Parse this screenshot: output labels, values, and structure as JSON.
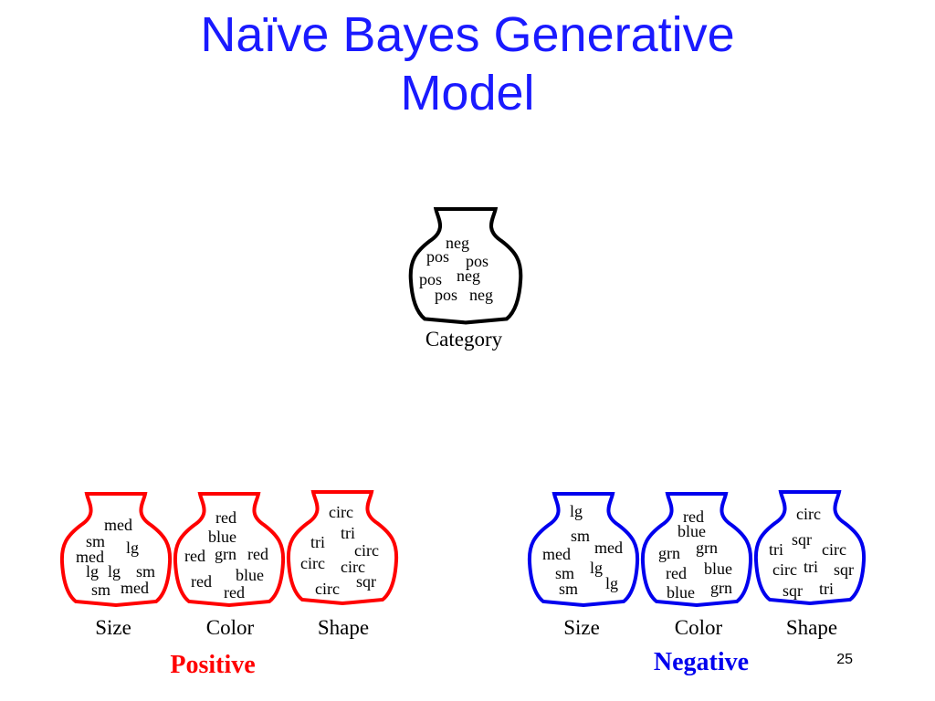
{
  "title": {
    "line1": "Naïve Bayes Generative",
    "line2": "Model"
  },
  "page_number": "25",
  "colors": {
    "title": "#1a1aff",
    "category": "#000000",
    "positive": "#ff0000",
    "negative": "#0000ee"
  },
  "category_jar": {
    "label": "Category",
    "words": [
      "neg",
      "pos",
      "pos",
      "neg",
      "pos",
      "pos",
      "neg"
    ]
  },
  "positive_group": {
    "label": "Positive",
    "jars": [
      {
        "label": "Size",
        "words": [
          "med",
          "sm",
          "lg",
          "med",
          "lg",
          "lg",
          "sm",
          "sm",
          "med"
        ]
      },
      {
        "label": "Color",
        "words": [
          "red",
          "blue",
          "red",
          "grn",
          "red",
          "red",
          "blue",
          "red"
        ]
      },
      {
        "label": "Shape",
        "words": [
          "circ",
          "tri",
          "tri",
          "circ",
          "circ",
          "circ",
          "sqr",
          "circ"
        ]
      }
    ]
  },
  "negative_group": {
    "label": "Negative",
    "jars": [
      {
        "label": "Size",
        "words": [
          "lg",
          "sm",
          "med",
          "med",
          "lg",
          "sm",
          "lg",
          "sm"
        ]
      },
      {
        "label": "Color",
        "words": [
          "red",
          "blue",
          "grn",
          "grn",
          "red",
          "blue",
          "blue",
          "grn"
        ]
      },
      {
        "label": "Shape",
        "words": [
          "circ",
          "sqr",
          "tri",
          "circ",
          "tri",
          "circ",
          "sqr",
          "sqr",
          "tri"
        ]
      }
    ]
  }
}
